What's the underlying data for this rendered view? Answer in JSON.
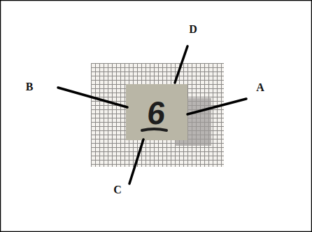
{
  "diagram": {
    "nodes": [
      {
        "text": [
          "6"
        ]
      }
    ],
    "labels": [
      "D",
      "B",
      "A",
      "C"
    ]
  }
}
